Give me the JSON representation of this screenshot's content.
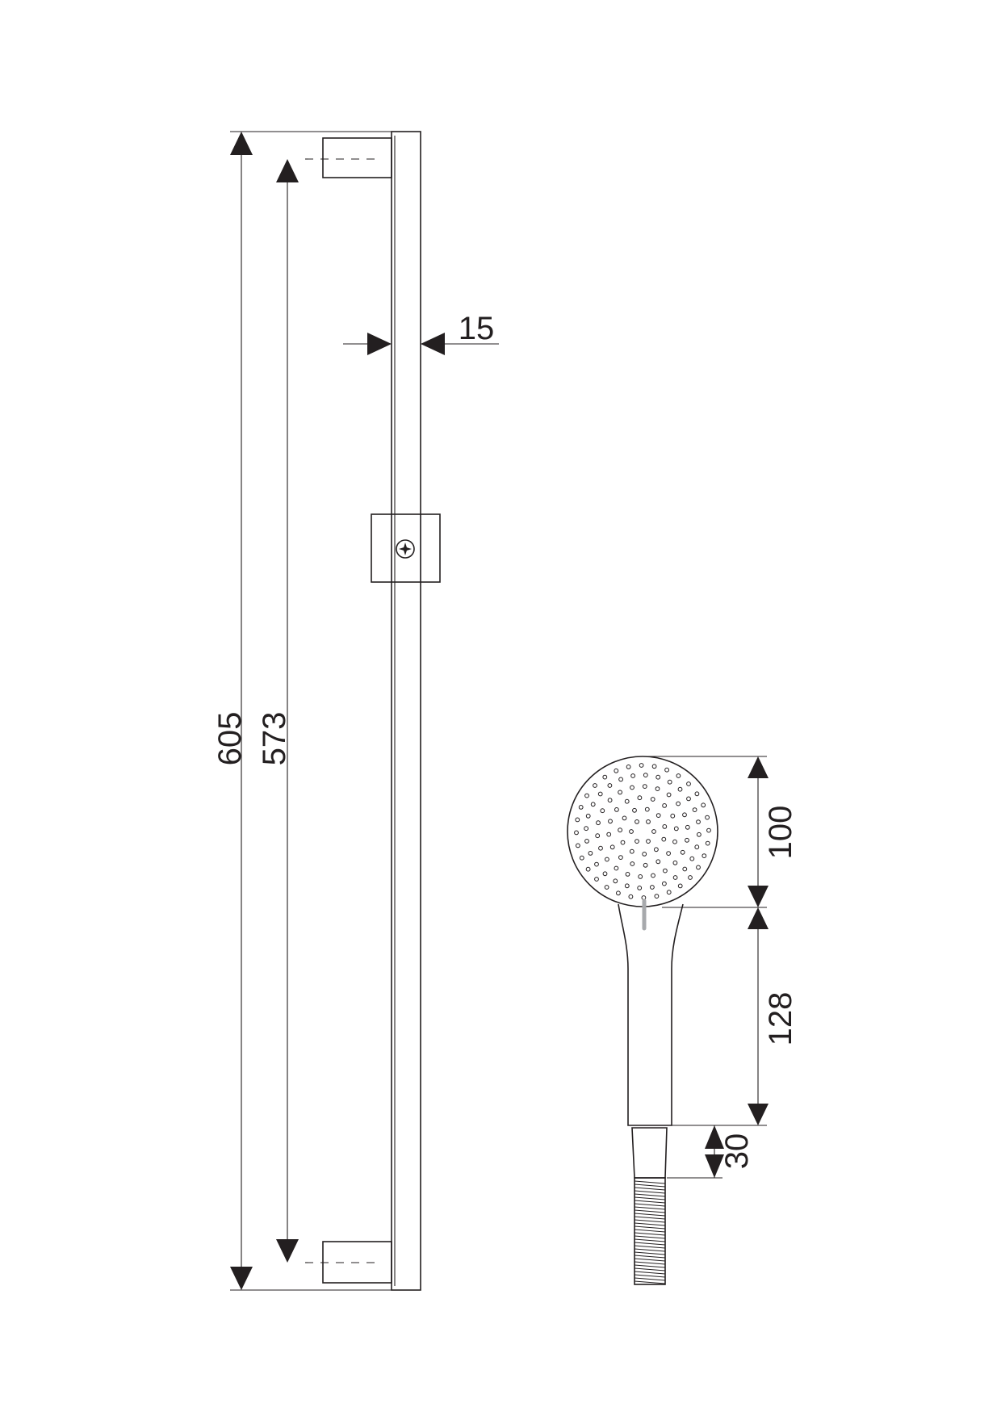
{
  "drawing": {
    "rail": {
      "overall_length": "605",
      "bracket_spacing": "573",
      "width": "15"
    },
    "hand_shower": {
      "head_height": "100",
      "handle_length": "128",
      "connector_length": "30"
    },
    "colors": {
      "line": "#231f20",
      "indicator": "#a7a9ac"
    }
  }
}
